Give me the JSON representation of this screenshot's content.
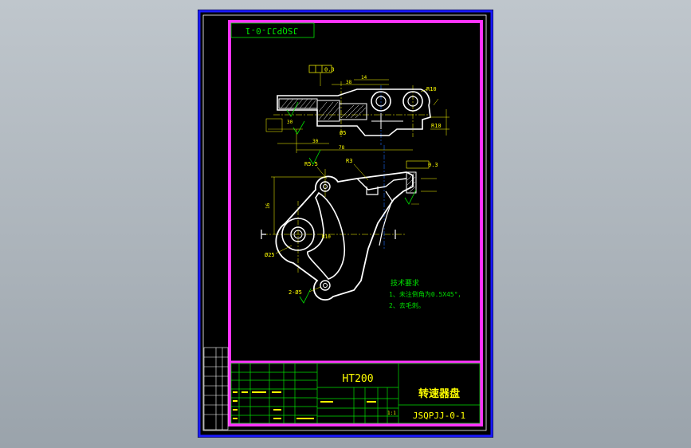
{
  "drawing": {
    "top_code": "JSQPJJ-0-1",
    "material": "HT200",
    "part_name": "转速器盘",
    "drawing_no": "JSQPJJ-0-1",
    "scale": "1:1",
    "tech_title": "技术要求",
    "tech_note_1": "1、未注倒角为0.5X45°，",
    "tech_note_2": "2、去毛刺。"
  },
  "dimensions": {
    "d1": "0.3",
    "d2": "R10",
    "d3": "R10",
    "d4": "30",
    "d5": "Ø5",
    "d6": "78",
    "d7": "R5.5",
    "d8": "R3",
    "d9": "0.3",
    "d10": "Ø25",
    "d11": "2-Ø5",
    "d12": "14",
    "d13": "30",
    "d14": "16",
    "d15": "R10",
    "d16": "38"
  },
  "colors": {
    "cad_yellow": "#ffff00",
    "cad_white": "#ffffff",
    "cad_green": "#00e000",
    "cad_magenta": "#ff33ff",
    "cad_blue": "#1a1aff",
    "cad_cyan": "#00e5ff"
  }
}
